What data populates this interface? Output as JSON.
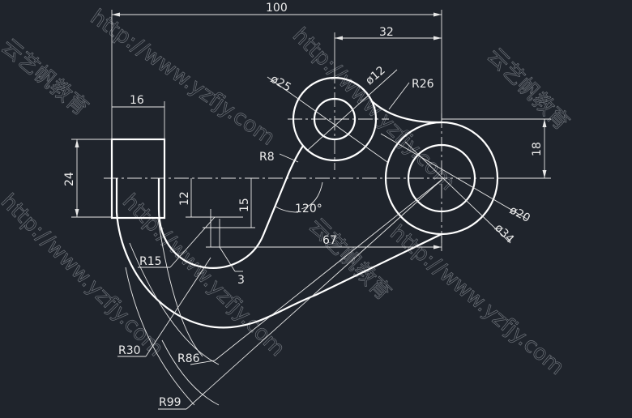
{
  "drawing": {
    "dimensions": {
      "overall_width": "100",
      "offset_32": "32",
      "slot_width": "16",
      "slot_height": "24",
      "height_12": "12",
      "height_15": "15",
      "height_18": "18",
      "length_67": "67",
      "gap_3": "3",
      "angle": "120°",
      "dia_25": "ø25",
      "dia_12": "ø12",
      "dia_20": "ø20",
      "dia_34": "ø34",
      "r26": "R26",
      "r8": "R8",
      "r15": "R15",
      "r30": "R30",
      "r86": "R86",
      "r99": "R99"
    },
    "watermarks": {
      "url": "http://www.yzfjy.com",
      "brand": "云艺帆教育"
    }
  }
}
